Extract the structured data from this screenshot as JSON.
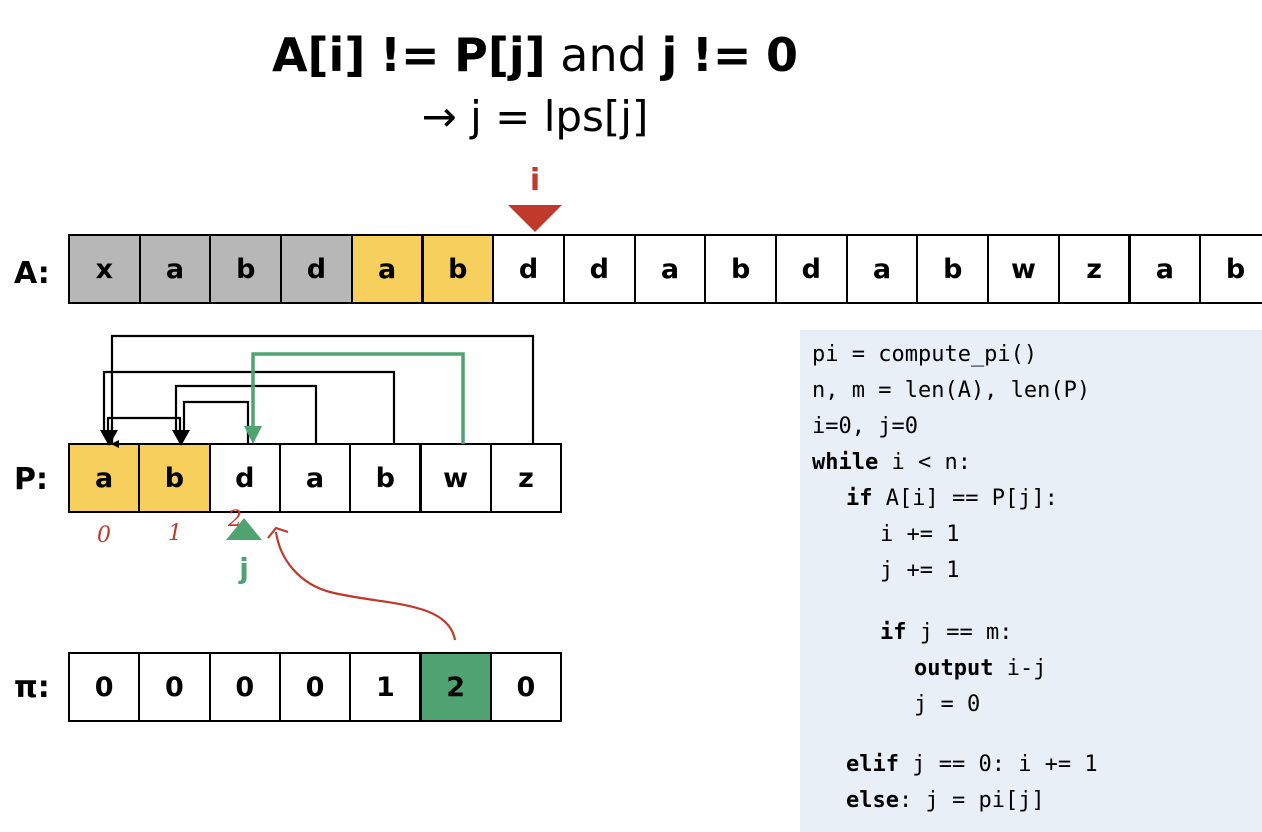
{
  "title": {
    "condition_a": "A[i]",
    "condition_ne1": "!=",
    "condition_p": "P[j]",
    "condition_and": "and",
    "condition_j": "j",
    "condition_ne2": "!=",
    "condition_zero": "0",
    "action": "→ j = lps[j]"
  },
  "pointer_i": "i",
  "pointer_j": "j",
  "labels": {
    "a": "A:",
    "p": "P:",
    "pi": "π:"
  },
  "array_a": [
    "x",
    "a",
    "b",
    "d",
    "a",
    "b",
    "d",
    "d",
    "a",
    "b",
    "d",
    "a",
    "b",
    "w",
    "z",
    "a",
    "b"
  ],
  "array_p": [
    "a",
    "b",
    "d",
    "a",
    "b",
    "w",
    "z"
  ],
  "array_pi": [
    "0",
    "0",
    "0",
    "0",
    "1",
    "2",
    "0"
  ],
  "handwritten_indices": [
    "0",
    "1",
    "2"
  ],
  "colors": {
    "gray": "#b7b7b7",
    "yellow": "#f7cf5d",
    "green": "#4ea370",
    "red": "#c0392b",
    "code_bg": "#e9eff7"
  },
  "code": {
    "line1": "pi = compute_pi()",
    "line2": "n, m = len(A), len(P)",
    "line3": "i=0, j=0",
    "line4_kw": "while",
    "line4_rest": " i < n:",
    "line5_kw": "if",
    "line5_rest": " A[i] == P[j]:",
    "line6": "i += 1",
    "line7": "j += 1",
    "line8_kw": "if",
    "line8_rest": " j == m:",
    "line9_kw": "output",
    "line9_rest": " i-j",
    "line10": "j = 0",
    "line11_kw": "elif",
    "line11_rest": " j == 0: i += 1",
    "line12_kw": "else",
    "line12_rest": ": j = pi[j]"
  }
}
